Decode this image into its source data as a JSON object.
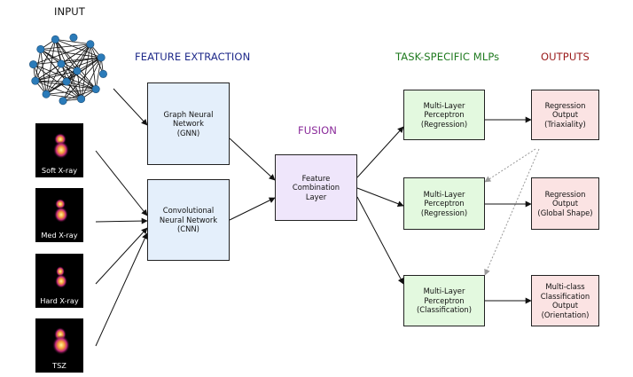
{
  "headings": {
    "input": "INPUT",
    "feature_extraction": "FEATURE EXTRACTION",
    "fusion": "FUSION",
    "task_specific": "TASK-SPECIFIC MLPs",
    "outputs": "OUTPUTS"
  },
  "colors": {
    "feature_extraction": "#1f2a8a",
    "fusion": "#8a2a9a",
    "task_specific": "#1f7a1f",
    "outputs": "#9a1a1a",
    "node": "#2b7bb9"
  },
  "input_images": [
    {
      "label": "Soft X-ray"
    },
    {
      "label": "Med X-ray"
    },
    {
      "label": "Hard X-ray"
    },
    {
      "label": "TSZ"
    }
  ],
  "boxes": {
    "gnn": "Graph Neural\nNetwork\n(GNN)",
    "cnn": "Convolutional\nNeural Network\n(CNN)",
    "fusion": "Feature\nCombination\nLayer",
    "mlp1": "Multi-Layer\nPerceptron\n(Regression)",
    "mlp2": "Multi-Layer\nPerceptron\n(Regression)",
    "mlp3": "Multi-Layer\nPerceptron\n(Classification)",
    "out1": "Regression\nOutput\n(Triaxiality)",
    "out2": "Regression\nOutput\n(Global Shape)",
    "out3": "Multi-class\nClassification\nOutput\n(Orientation)"
  }
}
